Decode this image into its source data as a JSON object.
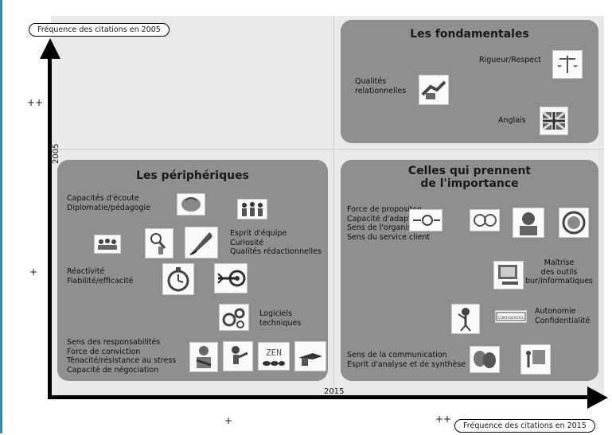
{
  "axes": {
    "y_label": "Fréquence des citations en 2005",
    "x_label": "Fréquence des citations en 2015",
    "y_year": "2005",
    "x_year": "2015",
    "y_tick_high": "++",
    "y_tick_low": "+",
    "x_tick_low": "+",
    "x_tick_high": "++"
  },
  "quadrants": {
    "fondamentales": {
      "title": "Les fondamentales",
      "items": [
        "Rigueur/Respect",
        "Qualités\nrelationnelles",
        "Anglais"
      ]
    },
    "peripheriques": {
      "title": "Les périphériques",
      "groups": [
        "Capacités d'écoute\nDiplomatie/pédagogie",
        "Esprit d'équipe\nCuriosité\nQualités rédactionnelles",
        "Réactivité\nFiabilité/efficacité",
        "Logiciels\ntechniques",
        "Sens des responsabilités\nForce de conviction\nTénacité/résistance au stress\nCapacité de négociation"
      ]
    },
    "importance": {
      "title": "Celles qui prennent\nde l'importance",
      "groups": [
        "Force de propositon\nCapacité d'adaptation\nSens de l'organisation\nSens du service client",
        "Maîtrise\ndes outils\nbur/informatiques",
        "Autonomie\nConfidentialité",
        "Sens de la communication\nEsprit d'analyse et de synthèse"
      ]
    }
  },
  "thumbnail_text": {
    "zen": "ZEN",
    "stamp": "CONFIDENTIEL"
  },
  "colors": {
    "panel": "#8f8f8f",
    "plot_background": "#e9e9e9",
    "frame_accent": "#2a8fb0"
  }
}
